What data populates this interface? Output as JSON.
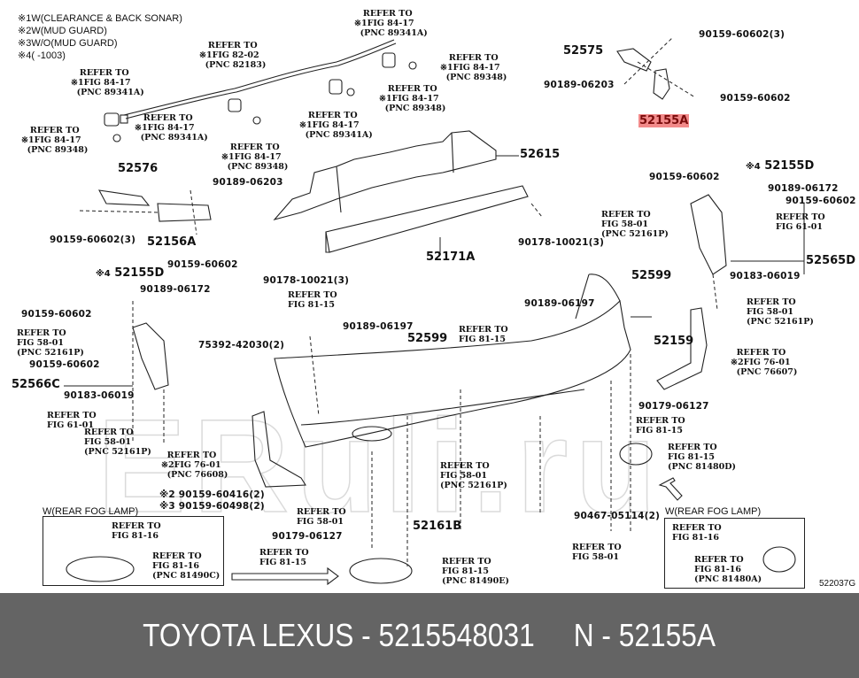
{
  "legend": [
    {
      "mark": "※1",
      "text": "W(CLEARANCE & BACK SONAR)"
    },
    {
      "mark": "※2",
      "text": "W(MUD GUARD)"
    },
    {
      "mark": "※3",
      "text": "W/O(MUD GUARD)"
    },
    {
      "mark": "※4",
      "text": "(       -1003)"
    }
  ],
  "refs": {
    "r_82_02": "   REFER TO\n※1FIG 82-02\n  (PNC 82183)",
    "r_84_17_a": "   REFER TO\n※1FIG 84-17\n  (PNC 89341A)",
    "r_84_17_b": "   REFER TO\n※1FIG 84-17\n  (PNC 89348)",
    "r_84_17_c": "   REFER TO\n※1FIG 84-17\n  (PNC 89341A)",
    "r_84_17_d": "   REFER TO\n※1FIG 84-17\n  (PNC 89348)",
    "r_84_17_top": "   REFER TO\n※1FIG 84-17\n  (PNC 89341A)",
    "r_84_17_top2": "   REFER TO\n※1FIG 84-17\n  (PNC 89348)",
    "r_84_17_mid": "   REFER TO\n※1FIG 84-17\n  (PNC 89348)",
    "r_84_17_mid2": "   REFER TO\n※1FIG 84-17\n  (PNC 89341A)",
    "r_58_01_right": "REFER TO\nFIG 58-01\n(PNC 52161P)",
    "r_61_01_right": "REFER TO\nFIG 61-01",
    "r_81_15_center": "REFER TO\nFIG 81-15",
    "r_81_15_center2": "REFER TO\nFIG 81-15",
    "r_58_01_left": "REFER TO\nFIG 58-01\n(PNC 52161P)",
    "r_61_01_left": "REFER TO\nFIG 61-01",
    "r_58_01_left2": "REFER TO\nFIG 58-01\n(PNC 52161P)",
    "r_76_01_left": "  REFER TO\n※2FIG 76-01\n  (PNC 76608)",
    "r_58_01_right2": "REFER TO\nFIG 58-01\n(PNC 52161P)",
    "r_76_01_right": "  REFER TO\n※2FIG 76-01\n  (PNC 76607)",
    "r_81_15_right": "REFER TO\nFIG 81-15",
    "r_81_15_lamp": "REFER TO\nFIG 81-15\n(PNC 81480D)",
    "r_58_01_center": "REFER TO\nFIG 58-01\n(PNC 52161P)",
    "r_58_01_bottom": "REFER TO\nFIG 58-01",
    "r_81_15_bottom": "REFER TO\nFIG 81-15",
    "r_81_15_e": "REFER TO\nFIG 81-15\n(PNC 81490E)",
    "r_58_01_br": "REFER TO\nFIG 58-01",
    "r_81_16_l1": "REFER TO\nFIG 81-16",
    "r_81_16_l2": "REFER TO\nFIG 81-16\n(PNC 81490C)",
    "r_81_16_r1": "REFER TO\nFIG 81-16",
    "r_81_16_r2": "REFER TO\nFIG 81-16\n(PNC 81480A)"
  },
  "parts": {
    "p52575": "52575",
    "p52155A": "52155A",
    "p90159_60602_3_top": "90159-60602(3)",
    "p90189_06203_top": "90189-06203",
    "p90159_60602_top": "90159-60602",
    "p52615": "52615",
    "p52576": "52576",
    "p90189_06203_left": "90189-06203",
    "p90159_60602_3_left": "90159-60602(3)",
    "p52156A": "52156A",
    "p90159_60602_left": "90159-60602",
    "p52171A": "52171A",
    "p90178_10021_3_right": "90178-10021(3)",
    "p52155D_right": "52155D",
    "p52155D_right_mark": "※4",
    "p90159_60602_r1": "90159-60602",
    "p90189_06172_r": "90189-06172",
    "p90159_60602_r2": "90159-60602",
    "p52565D": "52565D",
    "p90183_06019_r": "90183-06019",
    "p52599_r": "52599",
    "p52155D_left": "52155D",
    "p52155D_left_mark": "※4",
    "p90189_06172_l": "90189-06172",
    "p90159_60602_l1": "90159-60602",
    "p90159_60602_l2": "90159-60602",
    "p52566C": "52566C",
    "p90183_06019_l": "90183-06019",
    "p90178_10021_3_center": "90178-10021(3)",
    "p90189_06197_c": "90189-06197",
    "p52599_c": "52599",
    "p90189_06197_r": "90189-06197",
    "p52159": "52159",
    "p75392_42030": "75392-42030(2)",
    "p90179_06127_r": "90179-06127",
    "p90159_60416": "※2 90159-60416(2)",
    "p90159_60498": "※3 90159-60498(2)",
    "p90179_06127_c": "90179-06127",
    "p52161B": "52161B",
    "p90467_05114": "90467-05114(2)"
  },
  "boxes": {
    "left_title": "W(REAR FOG LAMP)",
    "right_title": "W(REAR FOG LAMP)"
  },
  "illustration_code": "522037G",
  "watermark": "ERuli.ru",
  "footer": {
    "text": "TOYOTA LEXUS - 5215548031     N - 52155A"
  },
  "highlight": {
    "part": "52155A",
    "color": "#f28a8a"
  }
}
